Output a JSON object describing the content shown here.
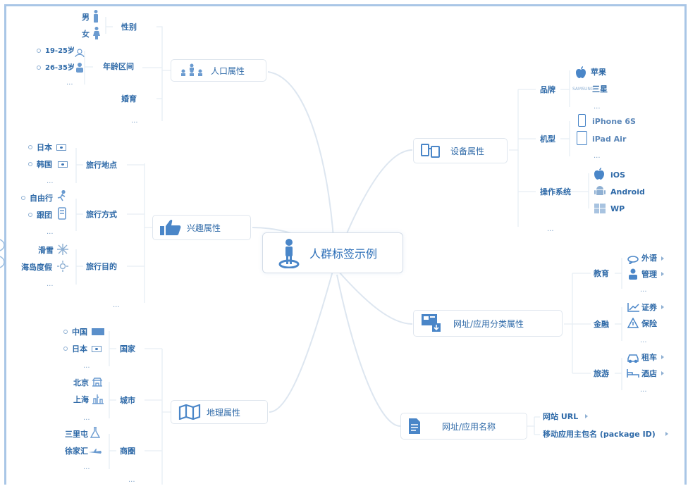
{
  "center": {
    "label": "人群标签示例"
  },
  "nodes": {
    "population": "人口属性",
    "interest": "兴趣属性",
    "geo": "地理属性",
    "device": "设备属性",
    "site_app_cat": "网址/应用分类属性",
    "site_app_name": "网址/应用名称"
  },
  "population": {
    "gender": "性别",
    "male": "男",
    "female": "女",
    "age": "年龄区间",
    "age1": "19-25岁",
    "age2": "26-35岁",
    "marriage": "婚育",
    "more": "..."
  },
  "interest": {
    "travel_place": "旅行地点",
    "japan": "日本",
    "korea": "韩国",
    "travel_mode": "旅行方式",
    "self": "自由行",
    "group": "跟团",
    "travel_purpose": "旅行目的",
    "ski": "滑雪",
    "dive": "海岛度假",
    "more": "..."
  },
  "geo": {
    "country": "国家",
    "china": "中国",
    "japan": "日本",
    "city": "城市",
    "beijing": "北京",
    "shanghai": "上海",
    "mall": "商圈",
    "sanlitun": "三里屯",
    "xujiahui": "徐家汇",
    "more": "..."
  },
  "device": {
    "brand": "品牌",
    "apple": "苹果",
    "samsung": "三星",
    "model": "机型",
    "iphone": "iPhone 6S",
    "ipad": "iPad Air",
    "os": "操作系统",
    "ios": "iOS",
    "android": "Android",
    "wp": "WP",
    "more": "..."
  },
  "site_app_cat": {
    "education": "教育",
    "foreign": "外语",
    "management": "管理",
    "finance": "金融",
    "stocks": "证券",
    "insurance": "保险",
    "travel": "旅游",
    "car_rental": "租车",
    "hotel": "酒店",
    "more": "..."
  },
  "site_app_name": {
    "url": "网站 URL",
    "package": "移动应用主包名 (package ID)"
  }
}
